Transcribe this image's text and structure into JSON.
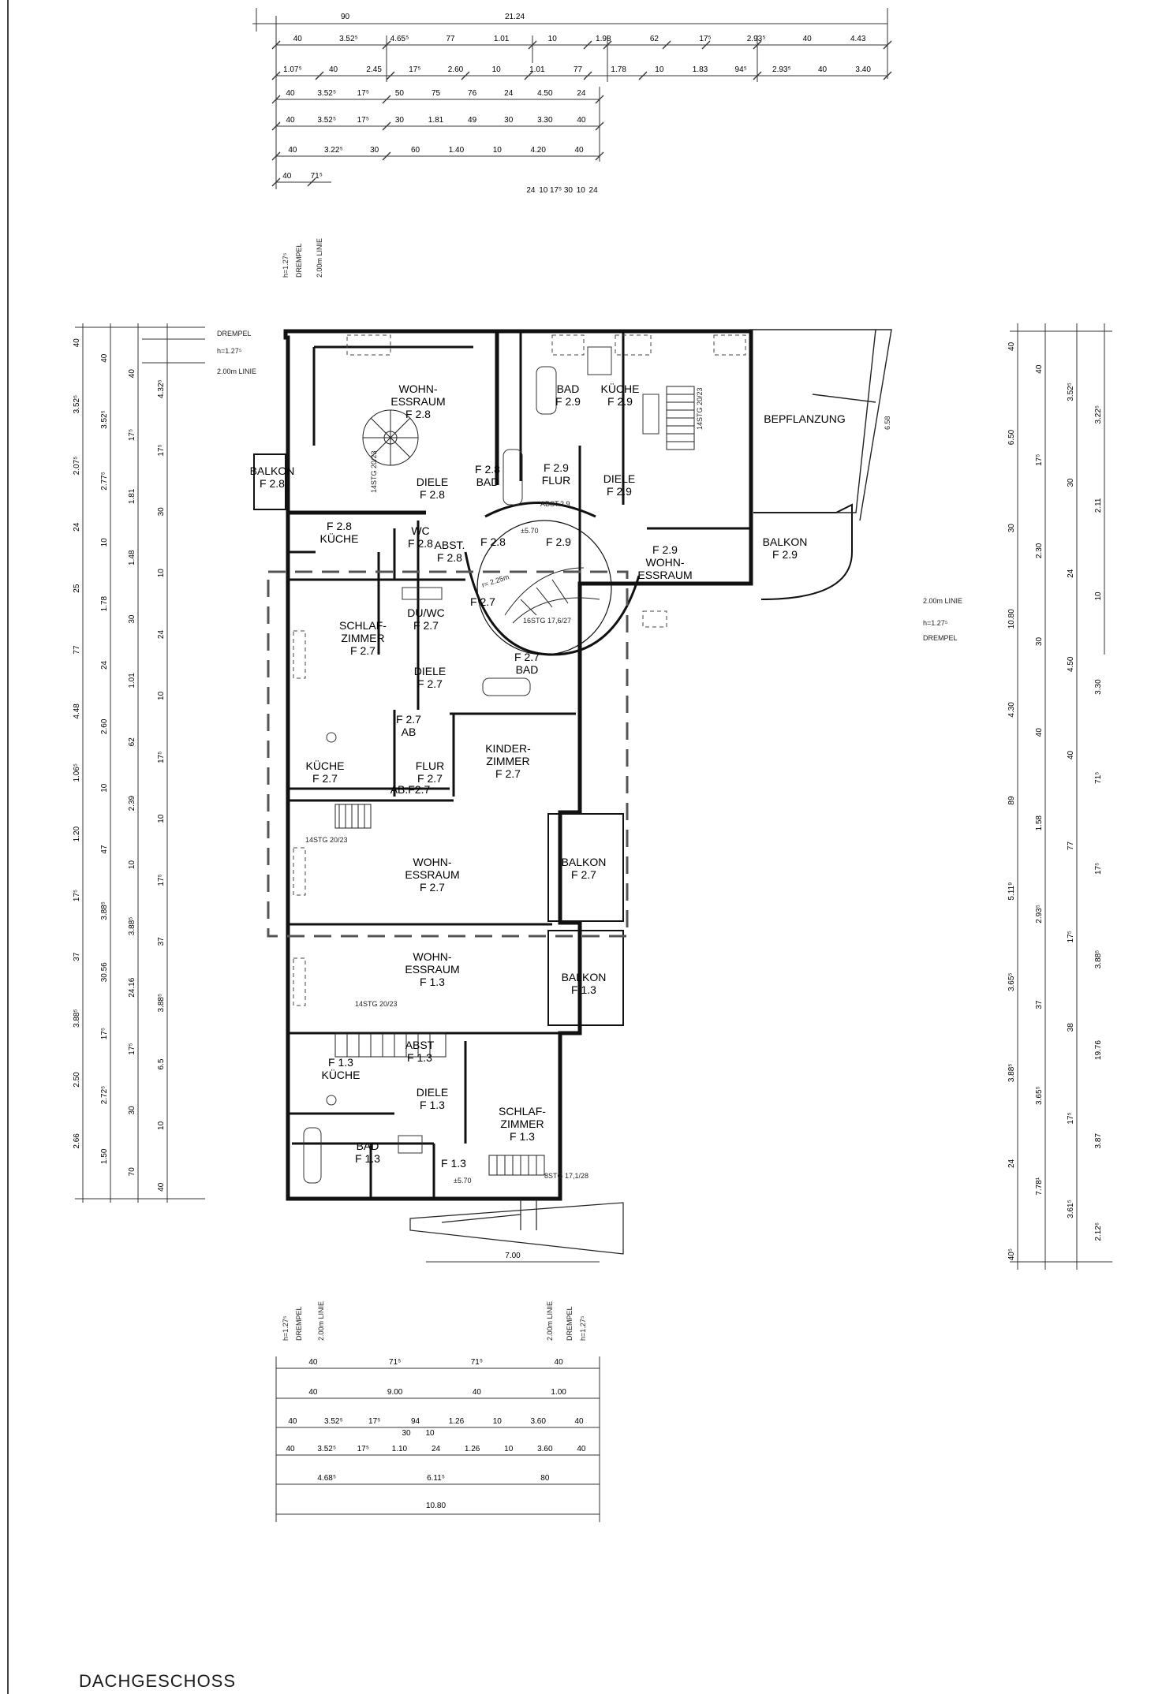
{
  "title": "DACHGESCHOSS",
  "rooms": [
    {
      "id": "wohn-28",
      "lines": [
        "WOHN-",
        "ESSRAUM",
        "F 2.8"
      ]
    },
    {
      "id": "bad-29",
      "lines": [
        "BAD",
        "F 2.9"
      ]
    },
    {
      "id": "kueche-29",
      "lines": [
        "KÜCHE",
        "F 2.9"
      ]
    },
    {
      "id": "bepflanzung",
      "lines": [
        "BEPFLANZUNG"
      ]
    },
    {
      "id": "balkon-28",
      "lines": [
        "BALKON",
        "F 2.8"
      ]
    },
    {
      "id": "bad-28",
      "lines": [
        "F 2.8",
        "BAD"
      ]
    },
    {
      "id": "diele-28",
      "lines": [
        "DIELE",
        "F 2.8"
      ]
    },
    {
      "id": "flur-29",
      "lines": [
        "F 2.9",
        "FLUR"
      ]
    },
    {
      "id": "diele-29",
      "lines": [
        "DIELE",
        "F 2.9"
      ]
    },
    {
      "id": "kueche-28",
      "lines": [
        "F 2.8",
        "KÜCHE"
      ]
    },
    {
      "id": "wc-28",
      "lines": [
        "WC",
        "F 2.8"
      ]
    },
    {
      "id": "abst-28",
      "lines": [
        "ABST.",
        "F 2.8"
      ]
    },
    {
      "id": "f28",
      "lines": [
        "F 2.8"
      ]
    },
    {
      "id": "f29",
      "lines": [
        "F 2.9"
      ]
    },
    {
      "id": "wohn-29",
      "lines": [
        "F 2.9",
        "WOHN-",
        "ESSRAUM"
      ]
    },
    {
      "id": "balkon-29",
      "lines": [
        "BALKON",
        "F 2.9"
      ]
    },
    {
      "id": "duwc-27",
      "lines": [
        "DU/WC",
        "F 2.7"
      ]
    },
    {
      "id": "f27",
      "lines": [
        "F 2.7"
      ]
    },
    {
      "id": "schlaf-27",
      "lines": [
        "SCHLAF-",
        "ZIMMER",
        "F 2.7"
      ]
    },
    {
      "id": "diele-27",
      "lines": [
        "DIELE",
        "F 2.7"
      ]
    },
    {
      "id": "bad-27",
      "lines": [
        "F 2.7",
        "BAD"
      ]
    },
    {
      "id": "ab-27",
      "lines": [
        "F 2.7",
        "AB"
      ]
    },
    {
      "id": "kinder-27",
      "lines": [
        "KINDER-",
        "ZIMMER",
        "F 2.7"
      ]
    },
    {
      "id": "kueche-27",
      "lines": [
        "KÜCHE",
        "F 2.7"
      ]
    },
    {
      "id": "flur-27",
      "lines": [
        "FLUR",
        "F 2.7"
      ]
    },
    {
      "id": "abf27",
      "lines": [
        "AB.F2.7"
      ]
    },
    {
      "id": "wohn-27",
      "lines": [
        "WOHN-",
        "ESSRAUM",
        "F 2.7"
      ]
    },
    {
      "id": "balkon-27",
      "lines": [
        "BALKON",
        "F 2.7"
      ]
    },
    {
      "id": "wohn-13",
      "lines": [
        "WOHN-",
        "ESSRAUM",
        "F 1.3"
      ]
    },
    {
      "id": "balkon-13",
      "lines": [
        "BALKON",
        "F 1.3"
      ]
    },
    {
      "id": "abst-13",
      "lines": [
        "ABST",
        "F 1.3"
      ]
    },
    {
      "id": "kueche-13",
      "lines": [
        "F 1.3",
        "KÜCHE"
      ]
    },
    {
      "id": "diele-13",
      "lines": [
        "DIELE",
        "F 1.3"
      ]
    },
    {
      "id": "schlaf-13",
      "lines": [
        "SCHLAF-",
        "ZIMMER",
        "F 1.3"
      ]
    },
    {
      "id": "bad-13",
      "lines": [
        "BAD",
        "F 1.3"
      ]
    },
    {
      "id": "f13",
      "lines": [
        "F 1.3"
      ]
    }
  ],
  "notes": {
    "stair_28": "14STG 20/23",
    "stair_29": "14STG 20/23",
    "stair_27": "16STG 17,6/27",
    "stair_27b": "14STG 20/23",
    "stair_13": "14STG 20/23",
    "stair_13b": "8STG 17,1/28",
    "radius": "r= 2.25m",
    "level_570_top": "±5.70",
    "level_570_bottom": "±5.70",
    "abst29": "ABST.2.9",
    "drempel_tl": "DREMPEL",
    "drempel_h_tl": "h=1.27⁵",
    "linie_tl": "2.00m LINIE",
    "drempel_r": "DREMPEL",
    "drempel_h_r": "h=1.27⁵",
    "linie_r": "2.00m LINIE",
    "vert_top_h": "h=1.27⁵",
    "vert_top_drempel": "DREMPEL",
    "vert_top_linie": "2.00m LINIE",
    "vert_bl_h": "h=1.27⁵",
    "vert_bl_drempel": "DREMPEL",
    "vert_bl_linie": "2.00m LINIE",
    "vert_br_linie": "2.00m LINIE",
    "vert_br_drempel": "DREMPEL",
    "vert_br_h": "h=1.27⁵",
    "roof_658": "6.58"
  },
  "dims_top": [
    [
      "90",
      "21.24"
    ],
    [
      "40",
      "3.52⁵",
      "4.65⁵",
      "77",
      "1.01",
      "10",
      "1.98",
      "62",
      "17⁵",
      "2.93⁵",
      "40",
      "4.43"
    ],
    [
      "1.07⁵",
      "40",
      "2.45",
      "17⁵",
      "2.60",
      "10",
      "1.01",
      "77",
      "1.78",
      "10",
      "1.83",
      "94⁵",
      "2.93⁵",
      "40",
      "3.40"
    ],
    [
      "40",
      "3.52⁵",
      "17⁵",
      "50",
      "75",
      "76",
      "24",
      "4.50",
      "24"
    ],
    [
      "40",
      "3.52⁵",
      "17⁵",
      "30",
      "1.81",
      "49",
      "30",
      "3.30",
      "40"
    ],
    [
      "40",
      "3.22⁵",
      "30",
      "60",
      "1.40",
      "10",
      "4.20",
      "40"
    ],
    [
      "40",
      "71⁵"
    ],
    [
      "24",
      "10",
      "17⁵",
      "30",
      "10",
      "24"
    ]
  ],
  "dims_bottom": [
    [
      "40",
      "71⁵",
      "71⁵",
      "40"
    ],
    [
      "40",
      "9.00",
      "40",
      "1.00"
    ],
    [
      "40",
      "3.52⁵",
      "17⁵",
      "94",
      "1.26",
      "10",
      "3.60",
      "40"
    ],
    [
      "30",
      "10"
    ],
    [
      "40",
      "3.52⁵",
      "17⁵",
      "1.10",
      "24",
      "1.26",
      "10",
      "3.60",
      "40"
    ],
    [
      "4.68⁵",
      "6.11⁵",
      "80"
    ],
    [
      "10.80"
    ],
    [
      "7.00"
    ]
  ],
  "dims_left": [
    "40",
    "40",
    "40",
    "4.32⁵",
    "3.52⁵",
    "3.52⁵",
    "17⁵",
    "17⁵",
    "2.07⁵",
    "2.77⁵",
    "1.81",
    "30",
    "24",
    "10",
    "1.48",
    "10",
    "25",
    "1.78",
    "30",
    "24",
    "77",
    "24",
    "1.01",
    "10",
    "4.48",
    "2.60",
    "62",
    "17⁵",
    "1.06⁵",
    "10",
    "2.39",
    "10",
    "1.20",
    "47",
    "10",
    "17⁵",
    "17⁵",
    "3.88⁵",
    "3.88⁵",
    "37",
    "37",
    "30.56",
    "24.16",
    "3.88⁵",
    "3.88⁵",
    "17⁵",
    "17⁵",
    "6.5",
    "2.50",
    "2.72⁵",
    "30",
    "10",
    "2.66",
    "1.50",
    "70",
    "40"
  ],
  "dims_right": [
    "40",
    "40",
    "3.52⁵",
    "3.22⁵",
    "6.50",
    "17⁵",
    "30",
    "2.11",
    "30",
    "2.30",
    "24",
    "10",
    "10.80",
    "30",
    "4.50",
    "3.30",
    "4.30",
    "40",
    "40",
    "71⁵",
    "89",
    "1.58",
    "77",
    "17⁵",
    "5.11⁹",
    "2.93⁵",
    "17⁵",
    "3.88⁵",
    "3.65⁵",
    "37",
    "38",
    "19.76",
    "3.88⁵",
    "3.65⁵",
    "17⁵",
    "3.87",
    "24",
    "7.78¹",
    "3.61⁵",
    "2.12⁶",
    "40⁵"
  ]
}
